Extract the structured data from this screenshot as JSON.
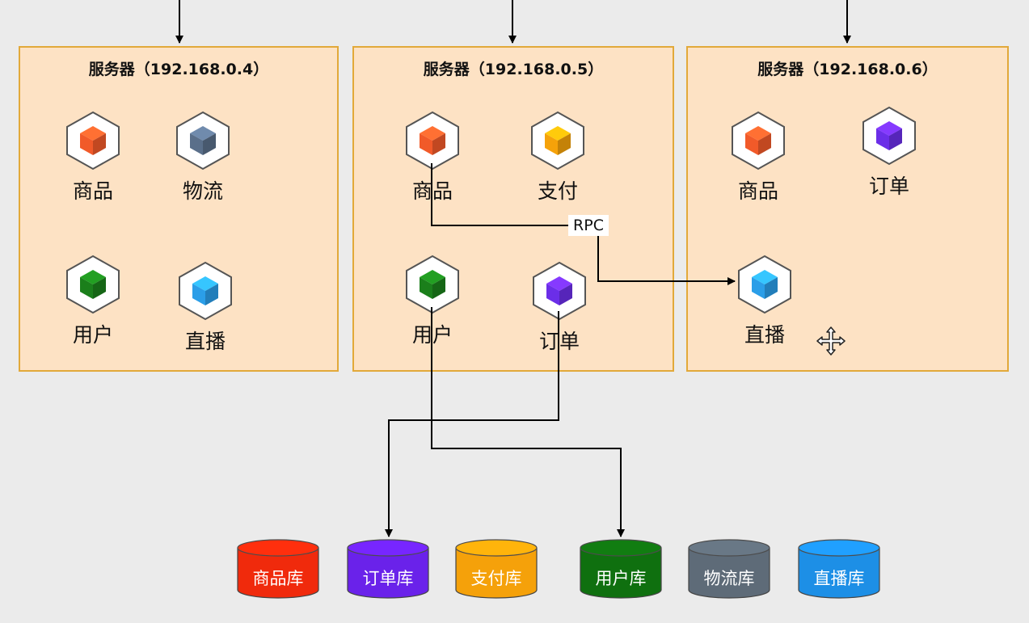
{
  "servers": [
    {
      "title": "服务器（192.168.0.4）",
      "services": [
        {
          "label": "商品",
          "color": "#f15a29",
          "icon": "cube-icon"
        },
        {
          "label": "物流",
          "color": "#5a6f8a",
          "icon": "cube-icon"
        },
        {
          "label": "用户",
          "color": "#1b7f1b",
          "icon": "cube-icon"
        },
        {
          "label": "直播",
          "color": "#2b9ee8",
          "icon": "cube-icon"
        }
      ]
    },
    {
      "title": "服务器（192.168.0.5）",
      "services": [
        {
          "label": "商品",
          "color": "#f15a29",
          "icon": "cube-icon"
        },
        {
          "label": "支付",
          "color": "#f5a20a",
          "icon": "cube-icon"
        },
        {
          "label": "用户",
          "color": "#1b7f1b",
          "icon": "cube-icon"
        },
        {
          "label": "订单",
          "color": "#6b2ee8",
          "icon": "cube-icon"
        }
      ]
    },
    {
      "title": "服务器（192.168.0.6）",
      "services": [
        {
          "label": "商品",
          "color": "#f15a29",
          "icon": "cube-icon"
        },
        {
          "label": "订单",
          "color": "#6b2ee8",
          "icon": "cube-icon"
        },
        {
          "label": "直播",
          "color": "#2b9ee8",
          "icon": "cube-icon"
        }
      ]
    }
  ],
  "rpc_label": "RPC",
  "databases": [
    {
      "label": "商品库",
      "color": "#f02a0c"
    },
    {
      "label": "订单库",
      "color": "#6a22ea"
    },
    {
      "label": "支付库",
      "color": "#f5a10a"
    },
    {
      "label": "用户库",
      "color": "#0f700f"
    },
    {
      "label": "物流库",
      "color": "#5e6b78"
    },
    {
      "label": "直播库",
      "color": "#1d8fe6"
    }
  ],
  "cursor_icon": "move-cursor-icon"
}
